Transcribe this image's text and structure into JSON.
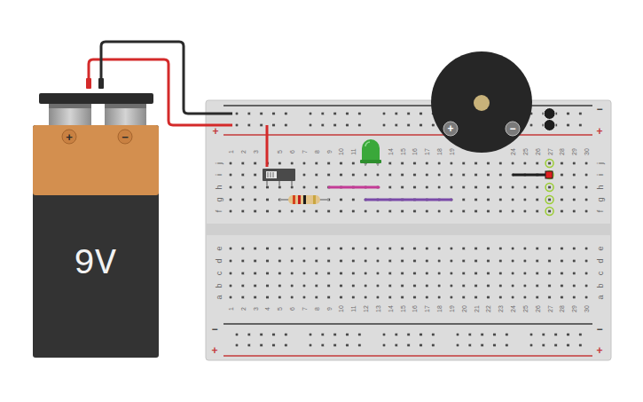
{
  "diagram": {
    "nodes": [
      {
        "text": [
          "+",
          "−",
          "9V"
        ]
      },
      {
        "text": [
          "+",
          "−"
        ]
      }
    ],
    "labels": [
      "+",
      "−",
      "+",
      "1",
      "2",
      "3",
      "5",
      "6",
      "7",
      "8",
      "9",
      "10",
      "11",
      "14",
      "15",
      "16",
      "17",
      "18",
      "19",
      "24",
      "25",
      "26",
      "27",
      "28",
      "29",
      "30",
      "j",
      "i",
      "h",
      "g",
      "f",
      "j",
      "i",
      "h",
      "g",
      "f",
      "e",
      "d",
      "c",
      "b",
      "a",
      "e",
      "d",
      "c",
      "b",
      "a",
      "1",
      "2",
      "3",
      "4",
      "5",
      "6",
      "7",
      "8",
      "9",
      "10",
      "11",
      "12",
      "13",
      "14",
      "15",
      "16",
      "17",
      "18",
      "19",
      "20",
      "21",
      "22",
      "23",
      "24",
      "25",
      "26",
      "27",
      "28",
      "29",
      "30",
      "−",
      "+",
      "−",
      "+"
    ]
  }
}
